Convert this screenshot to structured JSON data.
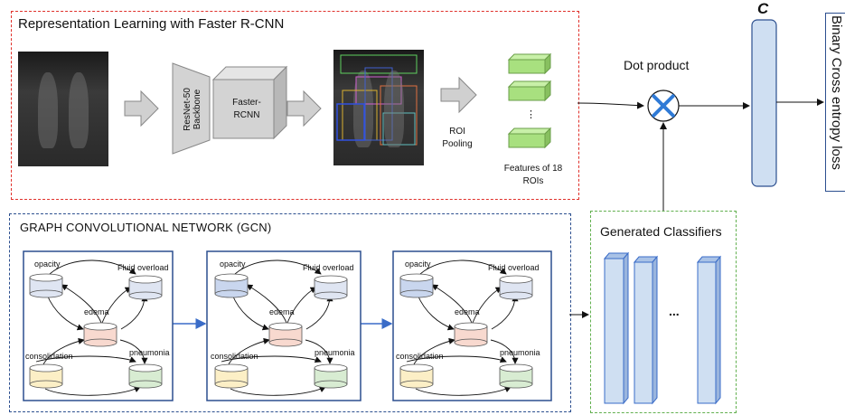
{
  "frcnn": {
    "title": "Representation Learning with Faster R-CNN",
    "backbone_label": "ResNet-50 Backbone",
    "faster_rcnn_label_1": "Faster-",
    "faster_rcnn_label_2": "RCNN",
    "roi_pooling_1": "ROI",
    "roi_pooling_2": "Pooling",
    "features_1": "Features of 18",
    "features_2": "ROIs",
    "ellipsis": "⋮"
  },
  "dot_product_label": "Dot product",
  "c_label": "C",
  "loss_label": "Binary Cross entropy loss",
  "gcn": {
    "title": "GRAPH CONVOLUTIONAL NETWORK (GCN)",
    "nodes": {
      "opacity": "opacity",
      "fluid": "Fluid overload",
      "edema": "edema",
      "consolidation": "consolidation",
      "pneumonia": "pneumonia"
    }
  },
  "generated": {
    "title": "Generated Classifiers",
    "ellipsis": "..."
  },
  "colors": {
    "frcnn_border": "#e0302a",
    "gcn_border": "#2c4f8f",
    "gen_border": "#62b04f",
    "roi_green": "#a8e07f",
    "classifier_blue": "#cfdff2",
    "node_blue": "#c9d6ee",
    "node_lightblue": "#dfe5f2",
    "node_pink": "#f8d9cf",
    "node_yellow": "#fcefc6",
    "node_green": "#d8ecd2",
    "dot_product_x": "#2f7ad6"
  }
}
